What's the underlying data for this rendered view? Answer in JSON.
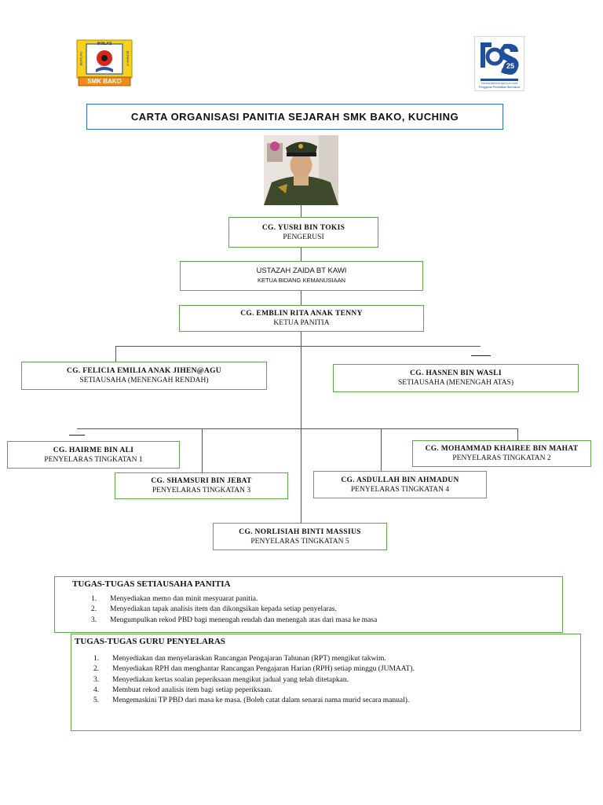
{
  "logos": {
    "left": {
      "ribbon_top": "IKHLAS",
      "ribbon_left": "BERILMU",
      "ribbon_right": "BERBAKTI",
      "name": "SMK BAKO"
    },
    "right": {
      "mark": "25",
      "tagline_1": "TRANSFORMASI SEKOLAH 2025",
      "tagline_2": "Penggerak Pendidikan Bermakna"
    }
  },
  "title": "CARTA ORGANISASI PANITIA SEJARAH SMK BAKO, KUCHING",
  "chart": {
    "chair": {
      "name": "CG. YUSRI BIN TOKIS",
      "role": "PENGERUSI"
    },
    "bidang": {
      "name": "USTAZAH ZAIDA BT KAWI",
      "role": "KETUA BIDANG KEMANUSIAAN"
    },
    "ketua": {
      "name": "CG. EMBLIN RITA ANAK TENNY",
      "role": "KETUA PANITIA"
    },
    "sec_rendah": {
      "name": "CG. FELICIA EMILIA ANAK JIHEN@AGU",
      "role": "SETIAUSAHA (MENENGAH RENDAH)"
    },
    "sec_atas": {
      "name": "CG. HASNEN BIN WASLI",
      "role": "SETIAUSAHA (MENENGAH ATAS)"
    },
    "t1": {
      "name": "CG. HAIRME BIN ALI",
      "role": "PENYELARAS TINGKATAN 1"
    },
    "t2": {
      "name": "CG. MOHAMMAD KHAIREE BIN MAHAT",
      "role": "PENYELARAS TINGKATAN 2"
    },
    "t3": {
      "name": "CG. SHAMSURI BIN JEBAT",
      "role": "PENYELARAS TINGKATAN 3"
    },
    "t4": {
      "name": "CG. ASDULLAH BIN AHMADUN",
      "role": "PENYELARAS TINGKATAN 4"
    },
    "t5": {
      "name": "CG. NORLISIAH BINTI MASSIUS",
      "role": "PENYELARAS TINGKATAN 5"
    }
  },
  "duties_secretary": {
    "heading": "TUGAS-TUGAS SETIAUSAHA PANITIA",
    "items": [
      {
        "num": "1.",
        "text": "Menyediakan memo dan minit mesyuarat panitia."
      },
      {
        "num": "2.",
        "text": "Menyediakan tapak analisis item dan dikongsikan kepada setiap penyelaras."
      },
      {
        "num": "3.",
        "text": "Mengumpulkan rekod PBD bagi menengah rendah dan menengah atas dari masa ke masa"
      }
    ]
  },
  "duties_coordinator": {
    "heading": "TUGAS-TUGAS GURU PENYELARAS",
    "items": [
      {
        "num": "1.",
        "text": "Menyediakan dan menyelaraskan Rancangan Pengajaran Tahunan (RPT) mengikut takwim."
      },
      {
        "num": "2.",
        "text": "Menyediakan RPH dan menghantar Rancangan Pengajaran Harian (RPH) setiap minggu (JUMAAT)."
      },
      {
        "num": "3.",
        "text": "Menyediakan kertas soalan peperiksaan mengikut jadual yang telah ditetapkan."
      },
      {
        "num": "4.",
        "text": "Membuat rekod analisis item bagi setiap peperiksaan."
      },
      {
        "num": "5.",
        "text": "Mengemaskini TP PBD dari masa ke masa. (Boleh catat dalam senarai nama murid secara manual)."
      }
    ]
  },
  "colors": {
    "box_border": "#5aa84a",
    "title_border": "#2e6fb8",
    "line": "#555555"
  }
}
